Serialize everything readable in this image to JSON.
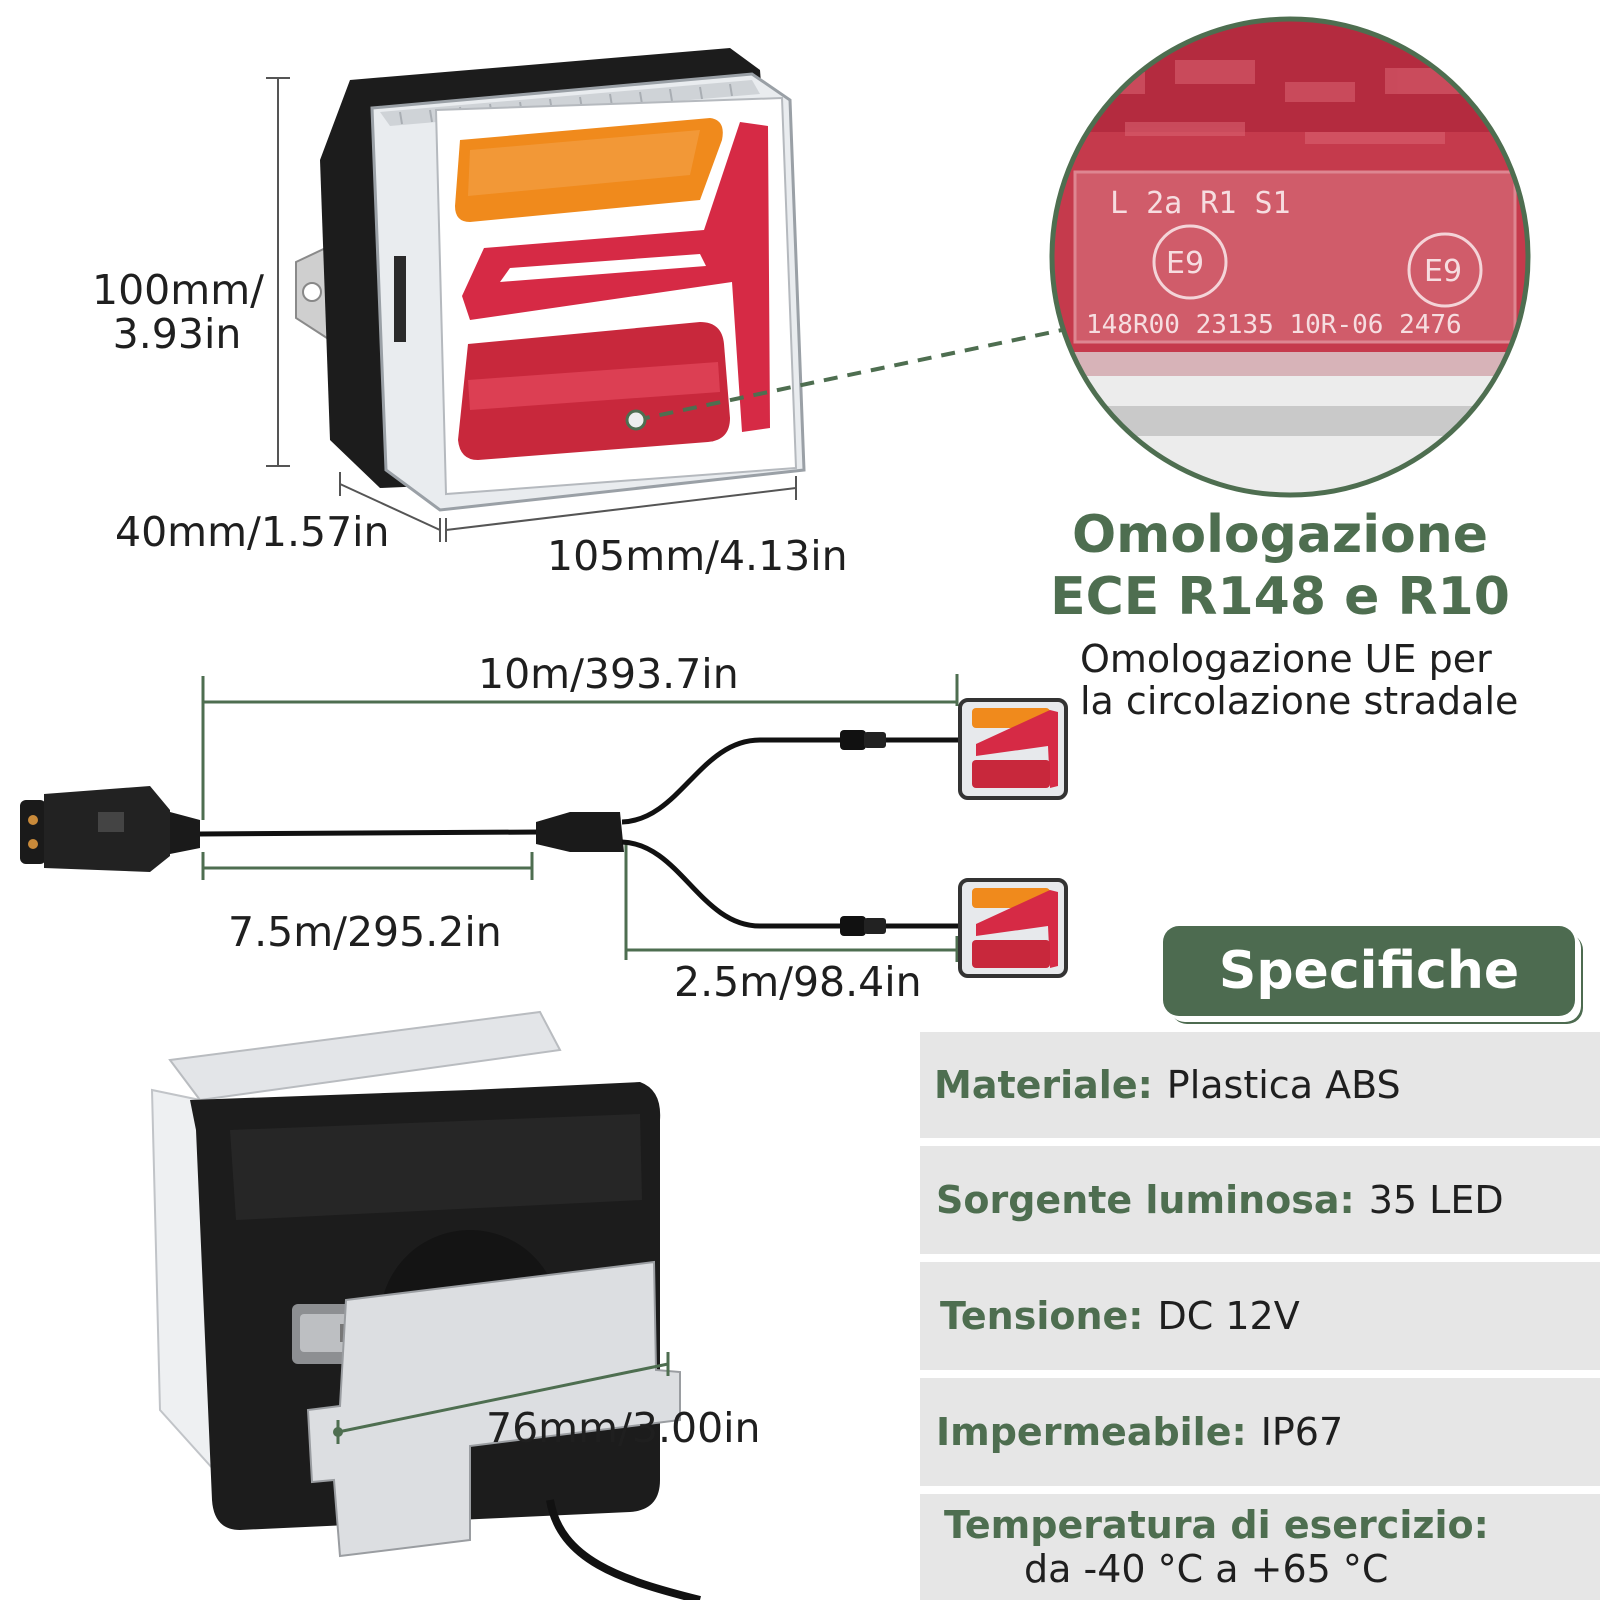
{
  "dimensions": {
    "height": "100mm/\n3.93in",
    "depth": "40mm/1.57in",
    "width": "105mm/4.13in",
    "cable_total": "10m/393.7in",
    "cable_main": "7.5m/295.2in",
    "cable_branch": "2.5m/98.4in",
    "bracket": "76mm/3.00in"
  },
  "certification": {
    "title_line1": "Omologazione",
    "title_line2": "ECE R148 e R10",
    "subtitle_line1": "Omologazione UE per",
    "subtitle_line2": "la circolazione stradale",
    "lens_marks": [
      "L 2a R1 S1",
      "E9",
      "E9",
      "148R00 23135 10R-06 2476"
    ]
  },
  "specs": {
    "header": "Specifiche",
    "rows": [
      {
        "label": "Materiale:",
        "value": "Plastica ABS"
      },
      {
        "label": "Sorgente luminosa:",
        "value": "35 LED"
      },
      {
        "label": "Tensione:",
        "value": "DC 12V"
      },
      {
        "label": "Impermeabile:",
        "value": "IP67"
      },
      {
        "label": "Temperatura di esercizio:",
        "value": "da -40 °C a +65 °C"
      }
    ]
  },
  "colors": {
    "accent_green": "#4e6e50",
    "lamp_red": "#d62a45",
    "lamp_amber": "#f08a1c",
    "housing_black": "#1c1c1c"
  }
}
